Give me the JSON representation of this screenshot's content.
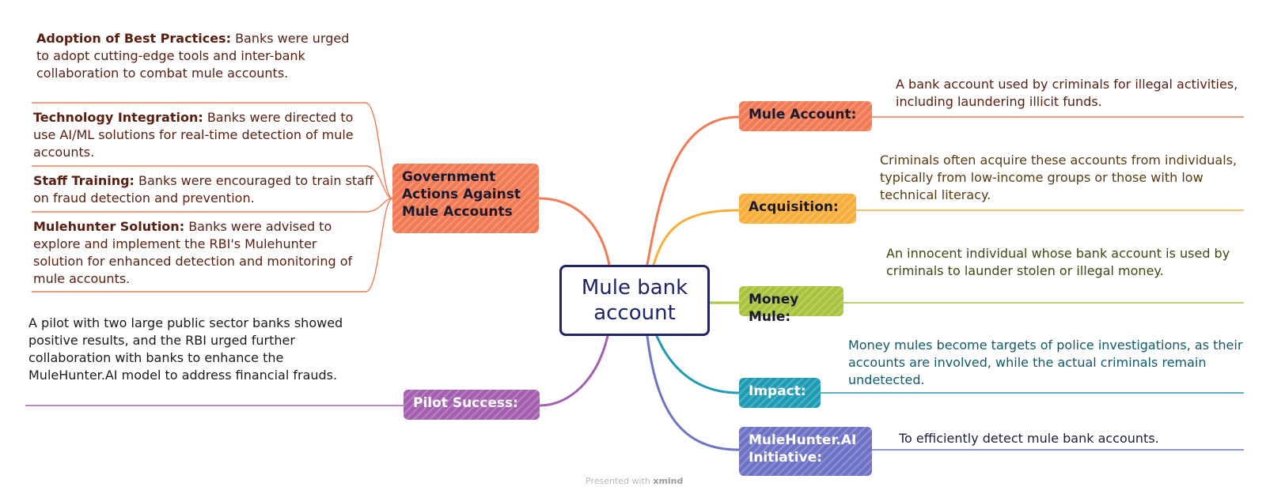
{
  "center": {
    "title": "Mule bank account"
  },
  "colors": {
    "mule_account": "#f27b55",
    "acquisition": "#f8ae3a",
    "money_mule": "#a9c43c",
    "impact": "#1f9cb4",
    "initiative": "#6e73c6",
    "pilot": "#a55fb0",
    "government": "#f27b55",
    "center_border": "#1f2468"
  },
  "right_branches": [
    {
      "label": "Mule Account:",
      "text": "A bank account used by criminals for illegal activities, including laundering illicit funds.",
      "text_color": "#5a1e10"
    },
    {
      "label": "Acquisition:",
      "text": "Criminals often acquire these accounts from individuals, typically from low-income groups or those with low technical literacy.",
      "text_color": "#5a3a10"
    },
    {
      "label": "Money Mule:",
      "text": "An innocent individual whose bank account is used by criminals to launder stolen or illegal money.",
      "text_color": "#3a4a10"
    },
    {
      "label": "Impact:",
      "text": "Money mules become targets of police investigations, as their accounts are involved, while the actual criminals remain undetected.",
      "text_color": "#0f5a6e"
    },
    {
      "label": "MuleHunter.AI Initiative:",
      "text": "To efficiently detect mule bank accounts.",
      "text_color": "#1c1e40"
    }
  ],
  "government": {
    "label": "Government Actions Against Mule Accounts",
    "items": [
      {
        "title": "Adoption of Best Practices:",
        "text": "Banks were urged to adopt cutting-edge tools and inter-bank collaboration to combat mule accounts."
      },
      {
        "title": "Technology Integration:",
        "text": "Banks were directed to use AI/ML solutions for real-time detection of mule accounts."
      },
      {
        "title": "Staff Training:",
        "text": "Banks were encouraged to train staff on fraud detection and prevention."
      },
      {
        "title": "Mulehunter Solution:",
        "text": "Banks were advised to explore and implement the RBI's Mulehunter solution for enhanced detection and monitoring of mule accounts."
      }
    ]
  },
  "pilot": {
    "label": "Pilot Success:",
    "text": "A pilot with two large public sector banks showed positive results, and the RBI urged further collaboration with banks to enhance the MuleHunter.AI model to address financial frauds."
  },
  "footer": {
    "prefix": "Presented with",
    "brand": "xmind"
  }
}
